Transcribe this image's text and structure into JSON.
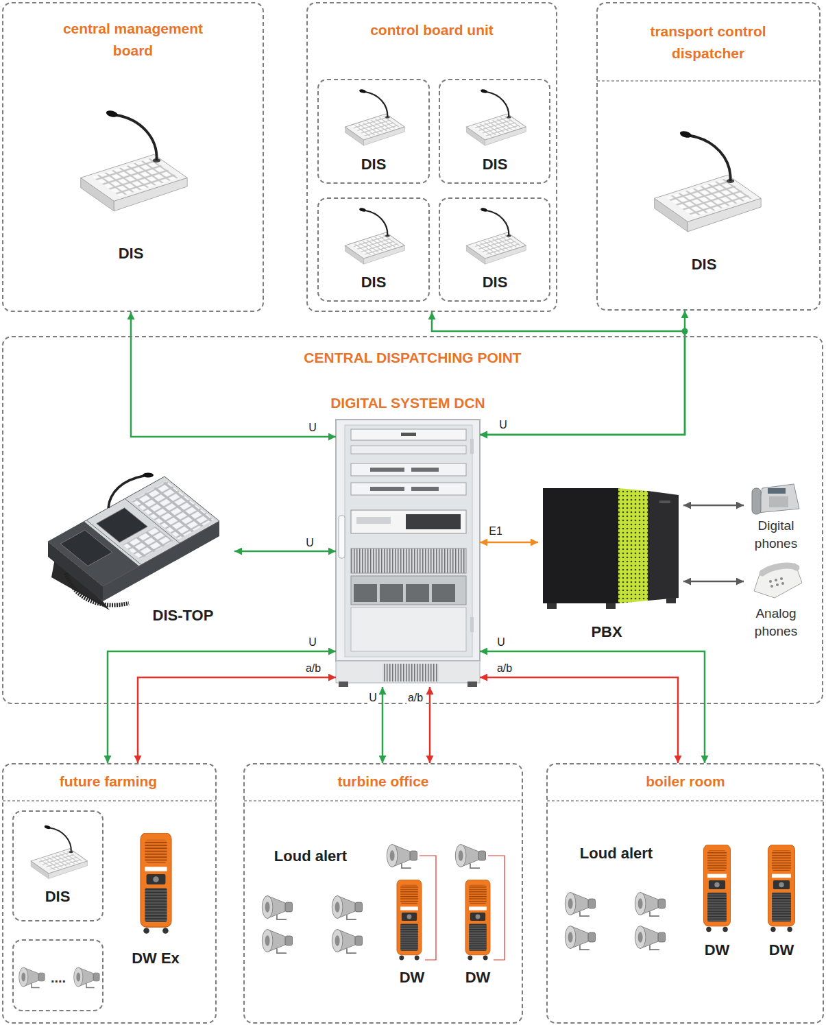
{
  "diagram": {
    "nodes": [
      {
        "text": [
          "central management board",
          "DIS"
        ]
      },
      {
        "text": [
          "control board unit"
        ]
      },
      {
        "text": [
          "DIS"
        ],
        "in": 1
      },
      {
        "text": [
          "DIS"
        ],
        "in": 1
      },
      {
        "text": [
          "DIS"
        ],
        "in": 1
      },
      {
        "text": [
          "DIS"
        ],
        "in": 1
      },
      {
        "text": [
          "transport control dispatcher",
          "DIS"
        ]
      },
      {
        "text": [
          "CENTRAL DISPATCHING POINT"
        ]
      },
      {
        "text": [
          "DIGITAL SYSTEM DCN"
        ],
        "in": 7
      },
      {
        "text": [
          "DIS-TOP"
        ],
        "in": 7
      },
      {
        "text": [
          "PBX"
        ],
        "in": 7
      },
      {
        "text": [
          "Digital phones"
        ],
        "in": 7
      },
      {
        "text": [
          "Analog phones"
        ],
        "in": 7
      },
      {
        "text": [
          "future farming",
          "DW Ex"
        ]
      },
      {
        "text": [
          "DIS"
        ],
        "in": 13
      },
      {
        "text": [
          "...."
        ],
        "in": 13
      },
      {
        "text": [
          "turbine office",
          "Loud alert",
          "DW",
          "DW"
        ]
      },
      {
        "text": [
          "boiler room",
          "Loud alert",
          "DW",
          "DW"
        ]
      }
    ],
    "edges": [
      {
        "from": 8,
        "to": 0,
        "label": "U",
        "arrow": "both"
      },
      {
        "from": 8,
        "to": 6,
        "label": "U",
        "arrow": "both"
      },
      {
        "from": 8,
        "to": 1,
        "arrow": "both"
      },
      {
        "from": 9,
        "to": 8,
        "label": "U",
        "arrow": "both"
      },
      {
        "from": 8,
        "to": 10,
        "label": "E1",
        "arrow": "both"
      },
      {
        "from": 10,
        "to": 11,
        "arrow": "both"
      },
      {
        "from": 10,
        "to": 12,
        "arrow": "both"
      },
      {
        "from": 8,
        "to": 13,
        "label": "U",
        "arrow": "both"
      },
      {
        "from": 8,
        "to": 13,
        "label": "a/b",
        "arrow": "both"
      },
      {
        "from": 8,
        "to": 16,
        "label": "U",
        "arrow": "both"
      },
      {
        "from": 8,
        "to": 16,
        "label": "a/b",
        "arrow": "both"
      },
      {
        "from": 8,
        "to": 17,
        "label": "U",
        "arrow": "both"
      },
      {
        "from": 8,
        "to": 17,
        "label": "a/b",
        "arrow": "both"
      }
    ]
  }
}
